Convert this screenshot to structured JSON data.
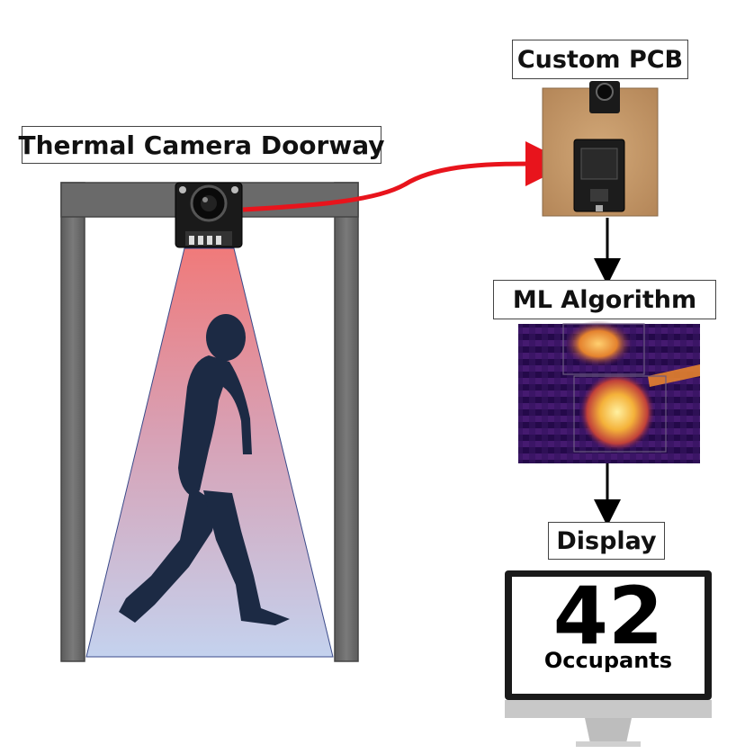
{
  "labels": {
    "doorway": "Thermal Camera Doorway",
    "pcb": "Custom PCB",
    "ml": "ML Algorithm",
    "display": "Display"
  },
  "display_screen": {
    "count": "42",
    "unit": "Occupants"
  },
  "colors": {
    "door_frame": "#6e6e6e",
    "beam_top": "#f08080",
    "beam_bottom": "#b6c8e8",
    "silhouette": "#1c2a44",
    "signal_line": "#e8141c",
    "pcb_board": "#c49a6c",
    "thermal_dark": "#2a1050",
    "thermal_hot": "#ffd040"
  }
}
